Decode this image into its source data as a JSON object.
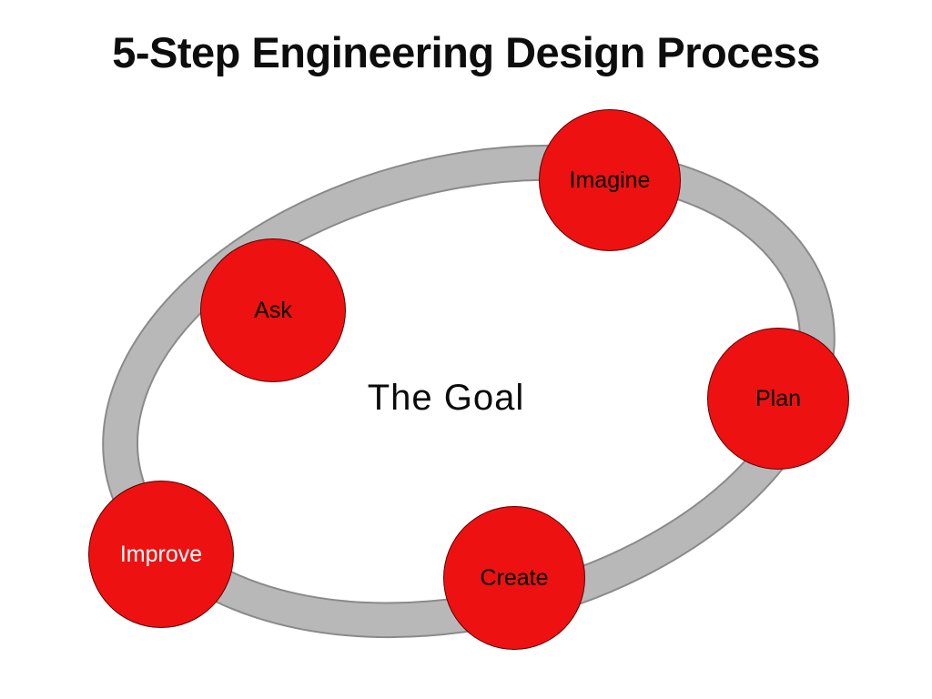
{
  "title": "5-Step Engineering Design Process",
  "center_label": "The Goal",
  "diagram": {
    "type": "cycle",
    "description": "Tilted elliptical gray ring with five red circular step nodes placed around it",
    "colors": {
      "background": "#ffffff",
      "circle_fill": "#ee1111",
      "circle_edge": "#5a0000",
      "ring_band": "#b8b8b8",
      "ring_edge": "#8a8a8a",
      "title_text": "#0d0d0d"
    }
  },
  "steps": [
    {
      "label": "Imagine",
      "text_color": "#000000"
    },
    {
      "label": "Ask",
      "text_color": "#000000"
    },
    {
      "label": "Plan",
      "text_color": "#000000"
    },
    {
      "label": "Improve",
      "text_color": "#ffffff"
    },
    {
      "label": "Create",
      "text_color": "#000000"
    }
  ]
}
